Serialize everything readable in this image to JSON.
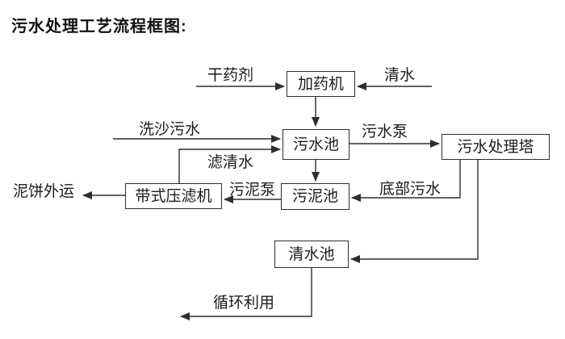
{
  "title": "污水处理工艺流程框图:",
  "diagram": {
    "type": "flowchart",
    "nodes": {
      "dosing_machine": {
        "label": "加药机"
      },
      "sewage_pool": {
        "label": "污水池"
      },
      "treatment_tower": {
        "label": "污水处理塔"
      },
      "sludge_pool": {
        "label": "污泥池"
      },
      "belt_filter_press": {
        "label": "带式压滤机"
      },
      "clean_water_pool": {
        "label": "清水池"
      }
    },
    "edge_labels": {
      "dry_agent": "干药剂",
      "clean_water_in": "清水",
      "sand_washing_sewage": "洗沙污水",
      "filtered_water": "滤清水",
      "sewage_pump": "污水泵",
      "bottom_sewage": "底部污水",
      "sludge_pump": "污泥泵",
      "mud_cake_outbound": "泥饼外运",
      "recycle_use": "循环利用"
    },
    "edges": [
      {
        "from": "dry_agent_source",
        "to": "dosing_machine",
        "label": "干药剂"
      },
      {
        "from": "clean_water_source",
        "to": "dosing_machine",
        "label": "清水"
      },
      {
        "from": "dosing_machine",
        "to": "sewage_pool",
        "label": ""
      },
      {
        "from": "sand_washing_sewage",
        "to": "sewage_pool",
        "label": "洗沙污水"
      },
      {
        "from": "belt_filter_press",
        "to": "sewage_pool",
        "label": "滤清水"
      },
      {
        "from": "sewage_pool",
        "to": "treatment_tower",
        "label": "污水泵"
      },
      {
        "from": "sewage_pool",
        "to": "sludge_pool",
        "label": ""
      },
      {
        "from": "treatment_tower",
        "to": "sludge_pool",
        "label": "底部污水"
      },
      {
        "from": "sludge_pool",
        "to": "belt_filter_press",
        "label": "污泥泵"
      },
      {
        "from": "belt_filter_press",
        "to": "mud_cake_outbound",
        "label": "泥饼外运"
      },
      {
        "from": "treatment_tower",
        "to": "clean_water_pool",
        "label": ""
      },
      {
        "from": "clean_water_pool",
        "to": "recycle_use",
        "label": "循环利用"
      }
    ],
    "colors": {
      "line": "#2e2e2e",
      "box_border": "#2e2e2e",
      "text": "#1c1c1c",
      "background": "#ffffff"
    }
  }
}
